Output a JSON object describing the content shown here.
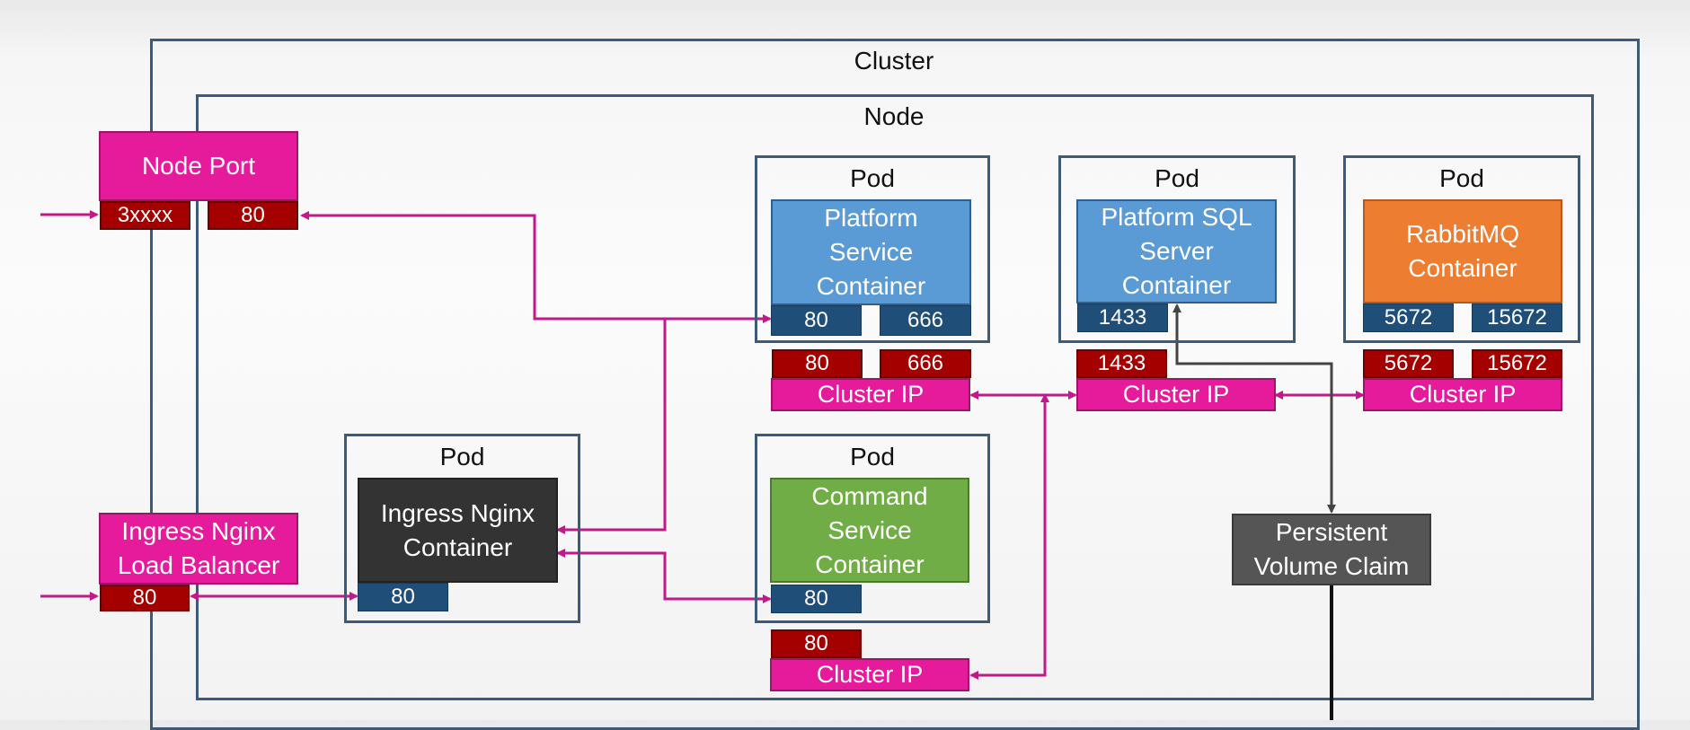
{
  "cluster": {
    "title": "Cluster"
  },
  "node": {
    "title": "Node"
  },
  "node_port": {
    "label": "Node Port",
    "port_external": "3xxxx",
    "port_internal": "80"
  },
  "ingress_lb": {
    "label_line1": "Ingress Nginx",
    "label_line2": "Load Balancer",
    "port": "80"
  },
  "pod_title": "Pod",
  "platform_service": {
    "line1": "Platform",
    "line2": "Service",
    "line3": "Container",
    "ports": [
      "80",
      "666"
    ],
    "cluster_ports": [
      "80",
      "666"
    ],
    "cluster_ip": "Cluster IP"
  },
  "platform_sql": {
    "line1": "Platform SQL",
    "line2": "Server",
    "line3": "Container",
    "ports": [
      "1433"
    ],
    "cluster_ports": [
      "1433"
    ],
    "cluster_ip": "Cluster IP"
  },
  "rabbitmq": {
    "line1": "RabbitMQ",
    "line2": "Container",
    "ports": [
      "5672",
      "15672"
    ],
    "cluster_ports": [
      "5672",
      "15672"
    ],
    "cluster_ip": "Cluster IP"
  },
  "ingress_nginx": {
    "line1": "Ingress Nginx",
    "line2": "Container",
    "ports": [
      "80"
    ]
  },
  "command_service": {
    "line1": "Command",
    "line2": "Service",
    "line3": "Container",
    "ports": [
      "80"
    ],
    "cluster_ports": [
      "80"
    ],
    "cluster_ip": "Cluster IP"
  },
  "pvc": {
    "line1": "Persistent",
    "line2": "Volume Claim"
  },
  "colors": {
    "magenta": "#e61b9c",
    "port_red": "#a50000",
    "port_navy": "#1f4e79",
    "container_blue": "#5b9bd5",
    "container_orange": "#ed7d31",
    "container_green": "#70ad47",
    "frame": "#3d5a78"
  }
}
